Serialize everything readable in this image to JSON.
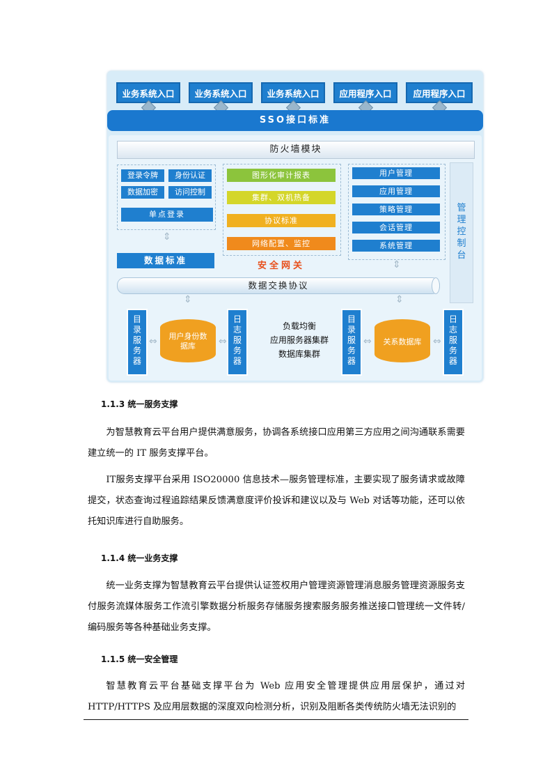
{
  "diagram": {
    "entries": [
      "业务系统入口",
      "业务系统入口",
      "业务系统入口",
      "应用程序入口",
      "应用程序入口"
    ],
    "sso_label": "SSO接口标准",
    "firewall_label": "防火墙模块",
    "left_buttons": [
      "登录令牌",
      "身份认证",
      "数据加密",
      "访问控制"
    ],
    "single_login": "单点登录",
    "data_standard": "数据标准",
    "center_bars": [
      "图形化审计报表",
      "集群、双机热备",
      "协议标准",
      "网络配置、监控"
    ],
    "center_colors": [
      "#8cc43c",
      "#d4d62a",
      "#f0b020",
      "#f08a1c"
    ],
    "security_gateway": "安全网关",
    "right_buttons": [
      "用户管理",
      "应用管理",
      "策略管理",
      "会话管理",
      "系统管理"
    ],
    "console_label": "管理控制台",
    "exchange_protocol": "数据交换协议",
    "dir_server": "目录服务器",
    "log_server": "日志服务器",
    "identity_db": "用户身份数据库",
    "relational_db": "关系数据库",
    "cluster_lines": [
      "负载均衡",
      "应用服务器集群",
      "数据库集群"
    ]
  },
  "sections": [
    {
      "heading": "1.1.3 统一服务支撑",
      "paragraphs": [
        "为智慧教育云平台用户提供满意服务，协调各系统接口应用第三方应用之间沟通联系需要建立统一的 IT 服务支撑平台。",
        "IT服务支撑平台采用 ISO20000 信息技术—服务管理标准，主要实现了服务请求或故障提交，状态查询过程追踪结果反馈满意度评价投诉和建议以及与 Web 对话等功能，还可以依托知识库进行自助服务。"
      ]
    },
    {
      "heading": "1.1.4 统一业务支撑",
      "paragraphs": [
        "统一业务支撑为智慧教育云平台提供认证签权用户管理资源管理消息服务管理资源服务支付服务流媒体服务工作流引擎数据分析服务存储服务搜索服务服务推送接口管理统一文件转/编码服务等各种基础业务支撑。"
      ]
    },
    {
      "heading": "1.1.5 统一安全管理",
      "paragraphs": [
        "智慧教育云平台基础支撑平台为 Web 应用安全管理提供应用层保护，通过对HTTP/HTTPS 及应用层数据的深度双向检测分析，识别及阻断各类传统防火墙无法识别的"
      ]
    }
  ]
}
